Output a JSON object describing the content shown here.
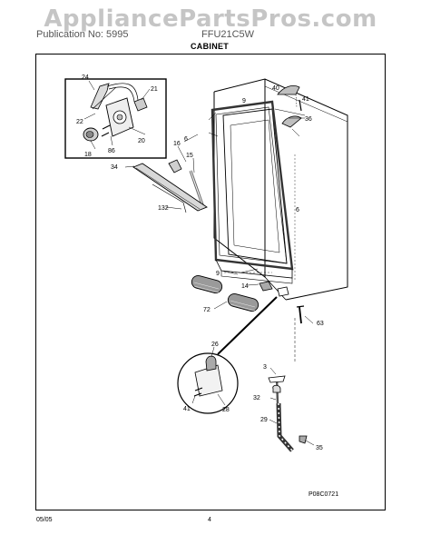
{
  "watermark": "AppliancePartsPros.com",
  "header": {
    "publication": "Publication No: 5995",
    "model": "FFU21C5W",
    "section_title": "CABINET"
  },
  "diagram": {
    "code": "P08C0721",
    "callouts": [
      "24",
      "21",
      "22",
      "20",
      "18",
      "86",
      "6",
      "16",
      "15",
      "34",
      "132",
      "9",
      "40",
      "41",
      "36",
      "6",
      "9",
      "14",
      "72",
      "63",
      "26",
      "41",
      "28",
      "3",
      "32",
      "29",
      "35"
    ]
  },
  "footer": {
    "date": "05/05",
    "page": "4"
  }
}
